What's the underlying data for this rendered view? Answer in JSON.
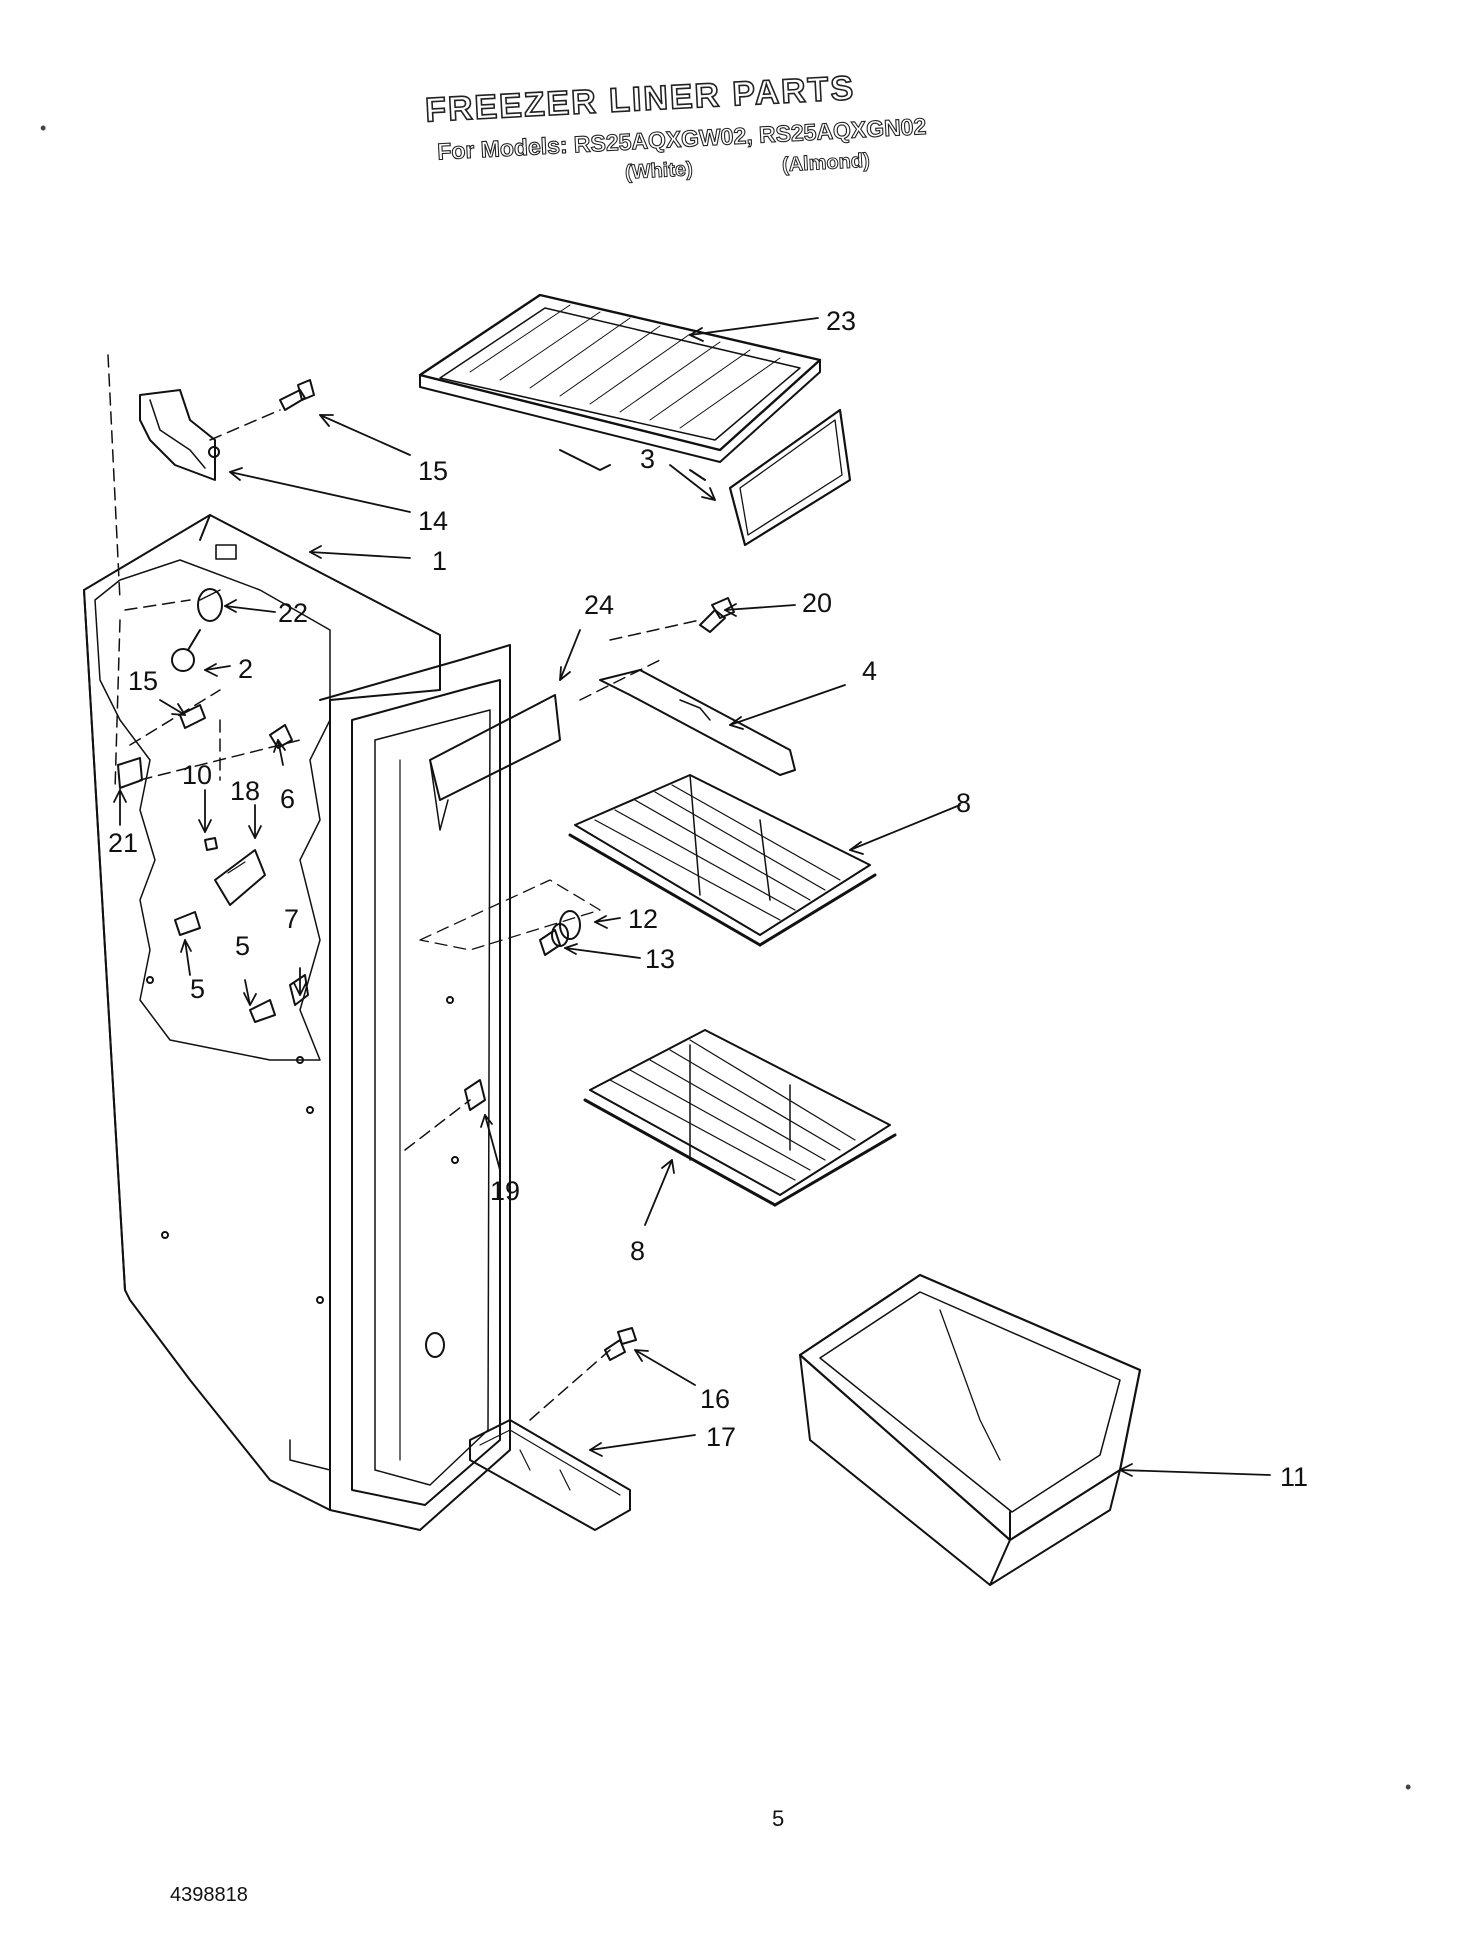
{
  "header": {
    "title": "FREEZER LINER PARTS",
    "models": "For Models: RS25AQXGW02, RS25AQXGN02",
    "variant_white": "(White)",
    "variant_almond": "(Almond)"
  },
  "callouts": [
    "23",
    "15",
    "3",
    "14",
    "1",
    "22",
    "24",
    "20",
    "2",
    "15",
    "4",
    "6",
    "10",
    "18",
    "8",
    "21",
    "12",
    "7",
    "13",
    "5",
    "5",
    "19",
    "8",
    "16",
    "17",
    "11"
  ],
  "footer": {
    "page_number": "5",
    "document_number": "4398818"
  }
}
